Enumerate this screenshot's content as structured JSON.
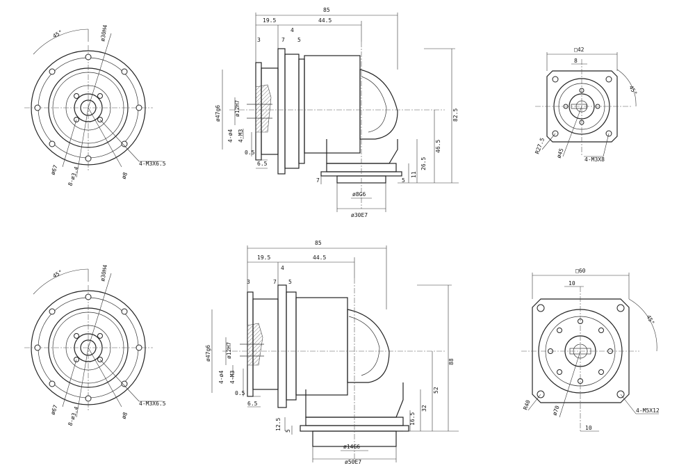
{
  "top": {
    "front": {
      "angle": "45°",
      "bolt_dia": "ø30H4",
      "flange_dia": "ø67",
      "bolt_circle": "ø8",
      "pin": "8-ø3.4",
      "screws": "4-M3X6.5"
    },
    "side": {
      "overall": "85",
      "d1": "19.5",
      "d2": "44.5",
      "d3": "3",
      "d4": "4",
      "d5": "7",
      "d6": "5",
      "shaft_dia": "ø47g6",
      "bore": "ø12H7",
      "holes": "4-ø4",
      "thread": "4-M3",
      "t1": "0.5",
      "t2": "6.5",
      "height": "82.5",
      "h2": "46.5",
      "h3": "26.5",
      "h4": "11",
      "h5": "5",
      "h6": "7",
      "out_shaft": "ø8G6",
      "out_flange": "ø30E7"
    },
    "end": {
      "square": "□42",
      "key": "8",
      "angle": "45°",
      "radius": "R27.5",
      "pcd": "ø45",
      "screws": "4-M3X8"
    }
  },
  "bottom": {
    "front": {
      "angle": "45°",
      "bolt_dia": "ø30H4",
      "flange_dia": "ø67",
      "bolt_circle": "ø8",
      "pin": "8-ø3.4",
      "screws": "4-M3X6.5"
    },
    "side": {
      "overall": "85",
      "d1": "19.5",
      "d2": "44.5",
      "d3": "3",
      "d4": "4",
      "d5": "7",
      "d6": "5",
      "shaft_dia": "ø47g6",
      "bore": "ø12H7",
      "holes": "4-ø4",
      "thread": "4-M3",
      "t1": "0.5",
      "t2": "6.5",
      "height": "88",
      "h2": "52",
      "h3": "32",
      "h4": "16.5",
      "h5": "12.5",
      "h6": "5",
      "out_shaft": "ø14G6",
      "out_flange": "ø50E7"
    },
    "end": {
      "square": "□60",
      "key": "10",
      "key2": "10",
      "angle": "45°",
      "radius": "R40",
      "pcd": "ø70",
      "screws": "4-M5X12"
    }
  }
}
